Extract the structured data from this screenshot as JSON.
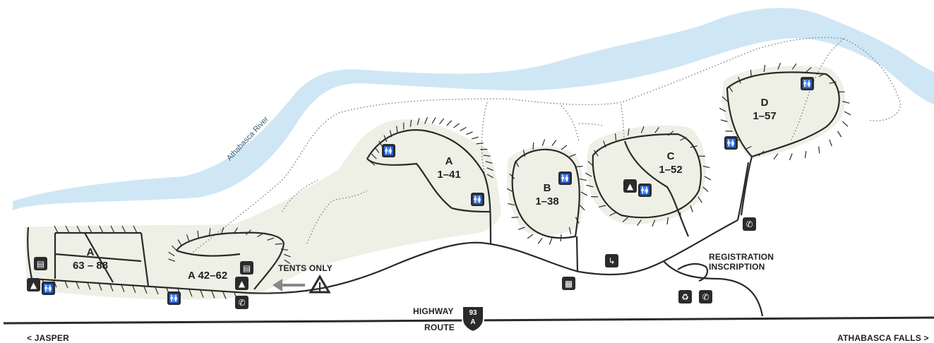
{
  "map": {
    "river_label": "Athabasca River",
    "loops": [
      {
        "name": "A",
        "range": "63 – 88"
      },
      {
        "name": "A 42–62"
      },
      {
        "name": "A",
        "range": "1–41"
      },
      {
        "name": "B",
        "range": "1–38"
      },
      {
        "name": "C",
        "range": "1–52"
      },
      {
        "name": "D",
        "range": "1–57"
      }
    ],
    "tents_only": "TENTS ONLY",
    "registration": {
      "line1": "REGISTRATION",
      "line2": "INSCRIPTION"
    },
    "highway": {
      "line1": "HIGHWAY",
      "line2": "ROUTE",
      "number": "93",
      "suffix": "A"
    },
    "directions": {
      "left": "< JASPER",
      "right": "ATHABASCA FALLS >"
    },
    "colors": {
      "river": "#cfe6f5",
      "campground": "#eeefe5",
      "road": "#2a2a2a",
      "icon": "#2b2b2b"
    },
    "icons": [
      "washroom-icon",
      "shower-icon",
      "firewood-icon",
      "kitchen-shelter-icon",
      "phone-icon",
      "sani-dump-icon",
      "recycling-icon",
      "tent-icon"
    ]
  }
}
